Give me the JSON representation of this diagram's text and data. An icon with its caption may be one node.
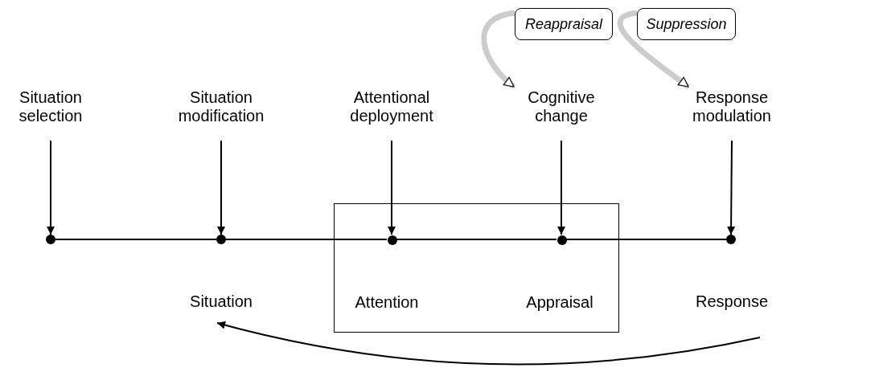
{
  "diagram": {
    "nodes": [
      {
        "text": [
          "Reappraisal"
        ]
      },
      {
        "text": [
          "Suppression"
        ]
      },
      {
        "text": [
          "Situation selection"
        ]
      },
      {
        "text": [
          "Situation modification"
        ]
      },
      {
        "text": [
          "Attentional deployment"
        ]
      },
      {
        "text": [
          "Cognitive change"
        ]
      },
      {
        "text": [
          "Response modulation"
        ]
      },
      {
        "text": [],
        "shape": "circle"
      },
      {
        "text": [],
        "shape": "circle"
      },
      {
        "text": [],
        "shape": "box"
      },
      {
        "text": [],
        "shape": "circle",
        "in": 9
      },
      {
        "text": [],
        "shape": "circle",
        "in": 9
      },
      {
        "text": [],
        "shape": "circle"
      },
      {
        "text": [
          "Situation"
        ]
      },
      {
        "text": [
          "Attention"
        ],
        "in": 9
      },
      {
        "text": [
          "Appraisal"
        ],
        "in": 9
      },
      {
        "text": [
          "Response"
        ]
      }
    ],
    "edges": [
      {
        "from": 2,
        "to": 7,
        "arrow": "to"
      },
      {
        "from": 3,
        "to": 8,
        "arrow": "to"
      },
      {
        "from": 4,
        "to": 10,
        "arrow": "to"
      },
      {
        "from": 5,
        "to": 11,
        "arrow": "to"
      },
      {
        "from": 6,
        "to": 12,
        "arrow": "to"
      },
      {
        "from": 7,
        "to": 8,
        "arrow": "none"
      },
      {
        "from": 8,
        "to": 10,
        "arrow": "none"
      },
      {
        "from": 10,
        "to": 11,
        "arrow": "none"
      },
      {
        "from": 11,
        "to": 12,
        "arrow": "none"
      },
      {
        "from": 16,
        "to": 13,
        "arrow": "to"
      },
      {
        "from": 0,
        "to": 5,
        "arrow": "to",
        "style": "thick",
        "color": "#cccccc"
      },
      {
        "from": 1,
        "to": 6,
        "arrow": "to",
        "style": "thick",
        "color": "#cccccc"
      }
    ]
  }
}
